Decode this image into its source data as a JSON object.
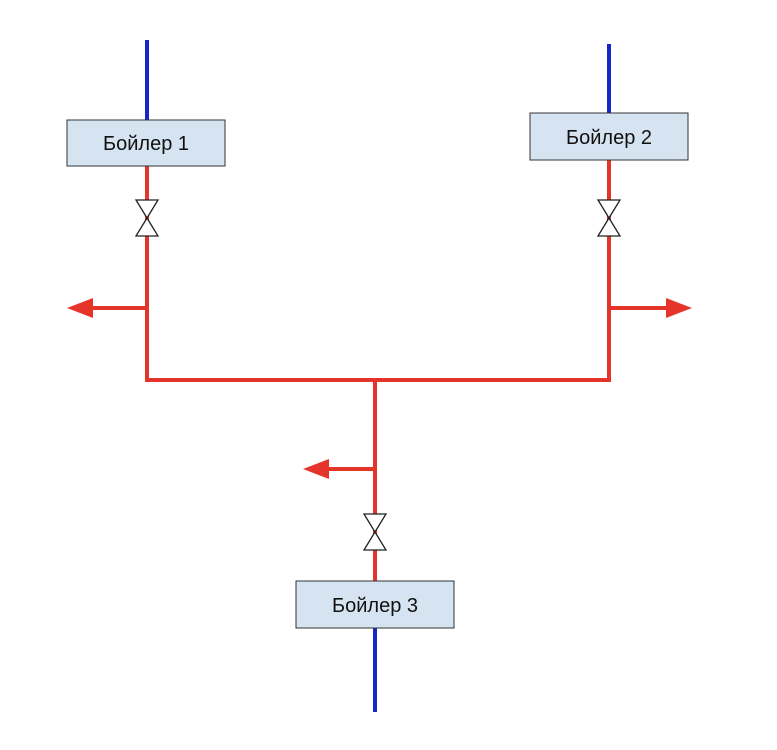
{
  "boilers": [
    {
      "label": "Бойлер 1"
    },
    {
      "label": "Бойлер 2"
    },
    {
      "label": "Бойлер 3"
    }
  ],
  "colors": {
    "hot_pipe": "#e5352b",
    "cold_pipe": "#1426c8",
    "boiler_fill": "#d6e3f0",
    "valve_stroke": "#222222"
  },
  "icons": {
    "valve": "gate-valve-icon",
    "outlet": "arrow-icon"
  }
}
